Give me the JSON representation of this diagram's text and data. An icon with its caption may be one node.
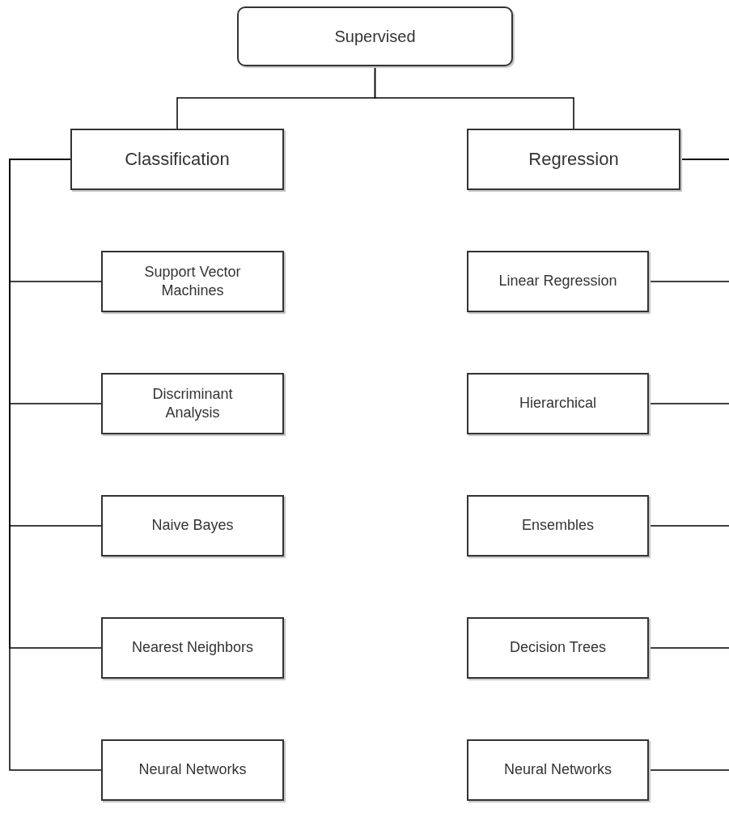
{
  "diagram": {
    "nodes": [
      {
        "text": [
          "Supervised"
        ]
      },
      {
        "text": [
          "Classification"
        ]
      },
      {
        "text": [
          "Regression"
        ]
      },
      {
        "text": [
          "Support Vector Machines"
        ]
      },
      {
        "text": [
          "Discriminant Analysis"
        ]
      },
      {
        "text": [
          "Naive Bayes"
        ]
      },
      {
        "text": [
          "Nearest Neighbors"
        ]
      },
      {
        "text": [
          "Neural Networks"
        ]
      },
      {
        "text": [
          "Linear Regression"
        ]
      },
      {
        "text": [
          "Hierarchical"
        ]
      },
      {
        "text": [
          "Ensembles"
        ]
      },
      {
        "text": [
          "Decision Trees"
        ]
      },
      {
        "text": [
          "Neural Networks"
        ]
      }
    ],
    "edges": [
      {
        "from": 0,
        "to": 1,
        "arrow": "none"
      },
      {
        "from": 0,
        "to": 2,
        "arrow": "none"
      },
      {
        "from": 1,
        "to": 3,
        "arrow": "none"
      },
      {
        "from": 1,
        "to": 4,
        "arrow": "none"
      },
      {
        "from": 1,
        "to": 5,
        "arrow": "none"
      },
      {
        "from": 1,
        "to": 6,
        "arrow": "none"
      },
      {
        "from": 1,
        "to": 7,
        "arrow": "none"
      },
      {
        "from": 2,
        "to": 8,
        "arrow": "none"
      },
      {
        "from": 2,
        "to": 9,
        "arrow": "none"
      },
      {
        "from": 2,
        "to": 10,
        "arrow": "none"
      },
      {
        "from": 2,
        "to": 11,
        "arrow": "none"
      },
      {
        "from": 2,
        "to": 12,
        "arrow": "none"
      }
    ]
  }
}
